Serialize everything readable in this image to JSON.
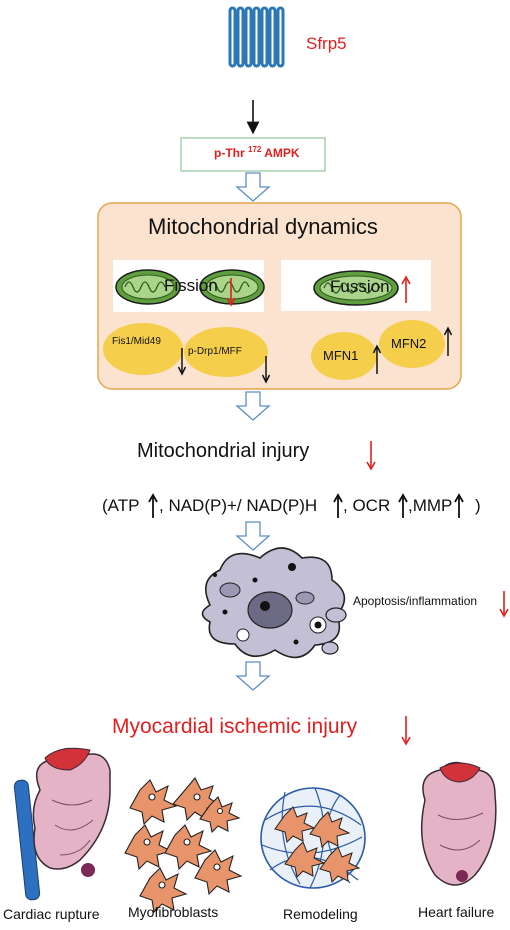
{
  "receptor": {
    "label": "Sfrp5"
  },
  "ampk": {
    "prefix": "p-Thr ",
    "sup": "172",
    "suffix": " AMPK"
  },
  "dynamics": {
    "title": "Mitochondrial dynamics",
    "fission_label": "Fission",
    "fusion_label": "Fussion",
    "fis1": "Fis1/Mid49",
    "drp1": "p-Drp1/MFF",
    "mfn1": "MFN1",
    "mfn2": "MFN2"
  },
  "injury": {
    "label": "Mitochondrial injury"
  },
  "metrics": {
    "open": "(ATP",
    "nad": ", NAD(P)+/ NAD(P)H",
    "ocr": ", OCR",
    "mmp": ",MMP",
    "close": ")"
  },
  "apoptosis": {
    "label": "Apoptosis/inflammation"
  },
  "myocardial": {
    "label": "Myocardial ischemic injury"
  },
  "outcomes": {
    "cardiac_rupture": "Cardiac rupture",
    "myofibroblasts": "Myofibroblasts",
    "remodeling": "Remodeling",
    "heart_failure": "Heart failure"
  },
  "colors": {
    "red": "#e02020",
    "receptor_blue": "#2d77b7",
    "dynamics_fill": "#fbe3cf",
    "dynamics_border": "#e8a64a",
    "ampk_border": "#8fc89a",
    "yellow": "#f5cf4b",
    "arrow_outline": "#5b8fc7",
    "mito_green": "#78b454",
    "cell_gray": "#c3c0d6",
    "fibro_orange": "#e8946a",
    "heart_red": "#d2333a",
    "heart_pink": "#e4b4c6"
  }
}
